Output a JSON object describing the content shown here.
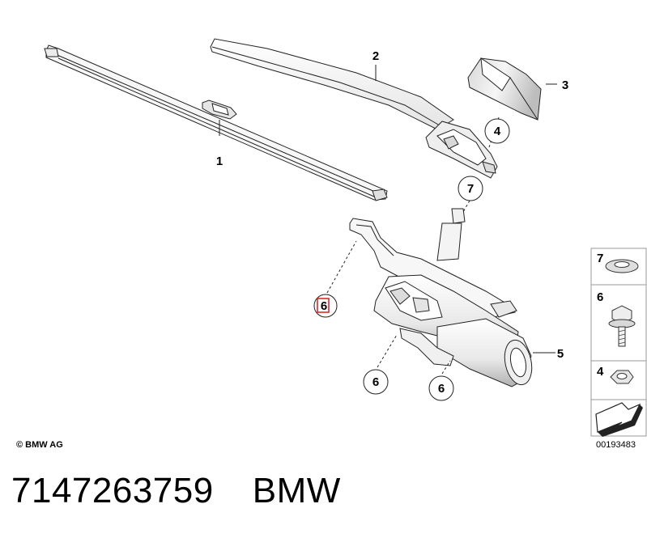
{
  "callouts": {
    "c1": "1",
    "c2": "2",
    "c3": "3",
    "c4": "4",
    "c5": "5",
    "c6_hl": "6",
    "c6_a": "6",
    "c6_b": "6",
    "c7": "7"
  },
  "legend": {
    "item7": "7",
    "item6": "6",
    "item4": "4"
  },
  "copyright": "© BMW AG",
  "doc_number": "00193483",
  "part_number": "7147263759",
  "brand": "BMW",
  "colors": {
    "highlight": "#e0191c",
    "line": "#222222",
    "fill": "#f3f3f3",
    "legend_border": "#9a9a9a"
  }
}
